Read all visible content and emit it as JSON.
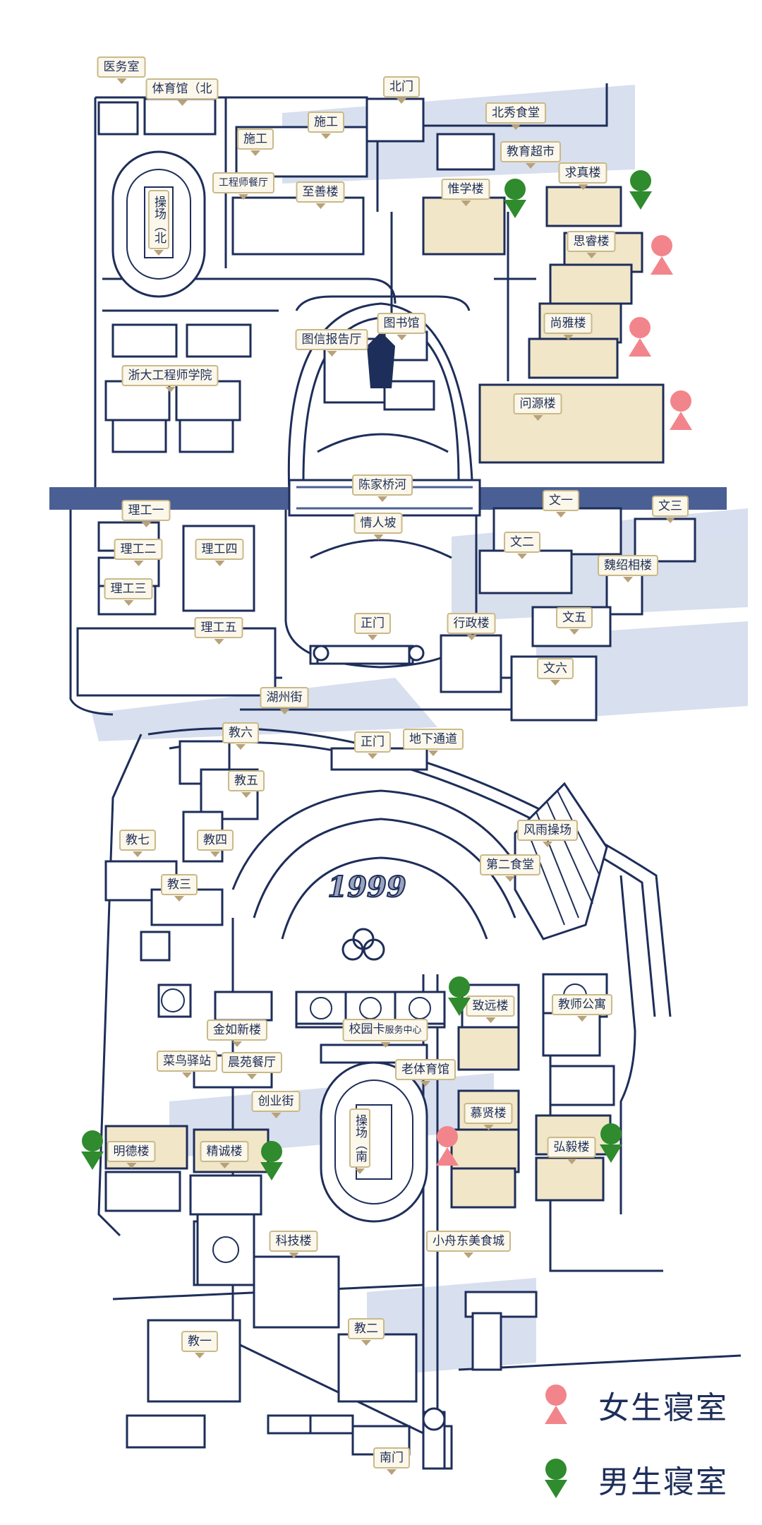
{
  "labels": {
    "clinic": "医务室",
    "gym_north": "体育馆（北",
    "north_gate": "北门",
    "beixiu_canteen": "北秀食堂",
    "edu_supermarket": "教育超市",
    "qiuzhen": "求真楼",
    "construction_1": "施工",
    "construction_2": "施工",
    "engineer_restaurant": "工程师餐厅",
    "zhishan": "至善楼",
    "weixue": "惟学楼",
    "playground_north": "操场（北",
    "sirui": "思睿楼",
    "library": "图书馆",
    "report_hall": "图信报告厅",
    "shangya": "尚雅楼",
    "zju_engineer": "浙大工程师学院",
    "wenyuan": "问源楼",
    "chenjiaqiao": "陈家桥河",
    "qingrenpo": "情人坡",
    "ligong1": "理工一",
    "ligong2": "理工二",
    "ligong3": "理工三",
    "ligong4": "理工四",
    "ligong5": "理工五",
    "wen1": "文一",
    "wen2": "文二",
    "wen3": "文三",
    "weishaoxiang": "魏绍相楼",
    "wen5": "文五",
    "wen6": "文六",
    "main_gate_north": "正门",
    "admin": "行政楼",
    "huzhou_street": "湖州街",
    "jiao6": "教六",
    "jiao5": "教五",
    "jiao4": "教四",
    "jiao7": "教七",
    "jiao3": "教三",
    "main_gate_south": "正门",
    "underpass": "地下通道",
    "fengyu_playground": "风雨操场",
    "second_canteen": "第二食堂",
    "zhiyuan": "致远楼",
    "teacher_apt": "教师公寓",
    "jinru": "金如新楼",
    "campus_card": "校园卡",
    "campus_card_sub": "服务中心",
    "cainiao": "菜鸟驿站",
    "chenyuan": "晨苑餐厅",
    "old_gym": "老体育馆",
    "chuangye": "创业街",
    "muxian": "慕贤楼",
    "mingde": "明德楼",
    "jingcheng": "精诚楼",
    "playground_south": "操场（南",
    "hongyi": "弘毅楼",
    "keji": "科技楼",
    "xiaozhou": "小舟东美食城",
    "jiao1": "教一",
    "jiao2": "教二",
    "south_gate": "南门"
  },
  "year_mark": "1999",
  "legend": {
    "girls": "女生寝室",
    "boys": "男生寝室"
  },
  "colors": {
    "girls": "#f2858b",
    "boys": "#2f8b2d",
    "line": "#1e2e5a",
    "river": "#4a5f94",
    "shadow": "#c9d2e6",
    "building_fill": "#f1e6c7"
  },
  "pins": {
    "girls": [
      "sirui",
      "shangya",
      "wenyuan",
      "muxian"
    ],
    "boys": [
      "weixue",
      "qiuzhen",
      "zhiyuan",
      "mingde",
      "jingcheng",
      "hongyi"
    ]
  }
}
